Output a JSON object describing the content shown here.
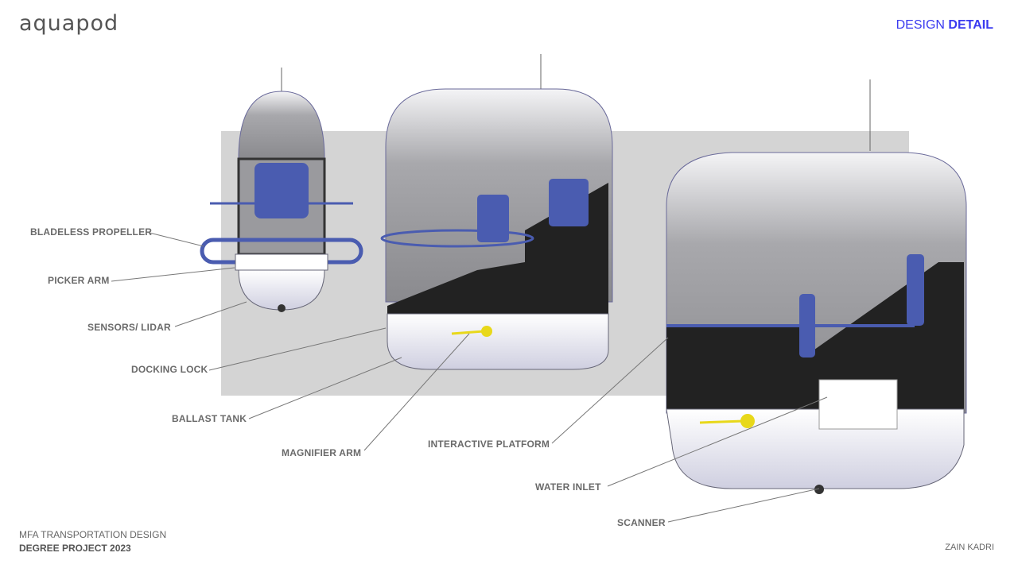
{
  "header": {
    "logo": "aquapod",
    "section_light": "DESIGN",
    "section_bold": "DETAIL"
  },
  "labels": {
    "bladeless_propeller": "BLADELESS PROPELLER",
    "picker_arm": "PICKER ARM",
    "sensors_lidar": "SENSORS/ LIDAR",
    "docking_lock": "DOCKING LOCK",
    "ballast_tank": "BALLAST TANK",
    "magnifier_arm": "MAGNIFIER ARM",
    "interactive_platform": "INTERACTIVE PLATFORM",
    "water_inlet": "WATER INLET",
    "scanner": "SCANNER"
  },
  "footer": {
    "line1": "MFA TRANSPORTATION DESIGN",
    "line2": "DEGREE PROJECT 2023",
    "author": "ZAIN KADRI"
  },
  "colors": {
    "accent": "#3a3af0",
    "seat": "#4a5cb0",
    "highlight": "#e8d81a",
    "panel": "#d4d4d4"
  }
}
